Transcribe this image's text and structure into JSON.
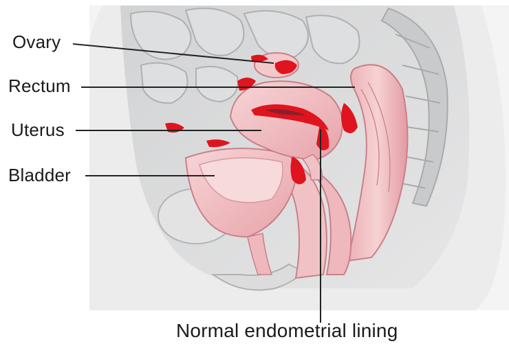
{
  "labels": {
    "ovary": "Ovary",
    "rectum": "Rectum",
    "uterus": "Uterus",
    "bladder": "Bladder",
    "lining": "Normal endometrial lining"
  },
  "colors": {
    "tissue_pink": "#f2c3c6",
    "tissue_dark_pink": "#e39aa2",
    "endometrial_red": "#e0141e",
    "background_gray": "#d9dadb",
    "skin": "#ececec",
    "leader_line": "#222222"
  }
}
